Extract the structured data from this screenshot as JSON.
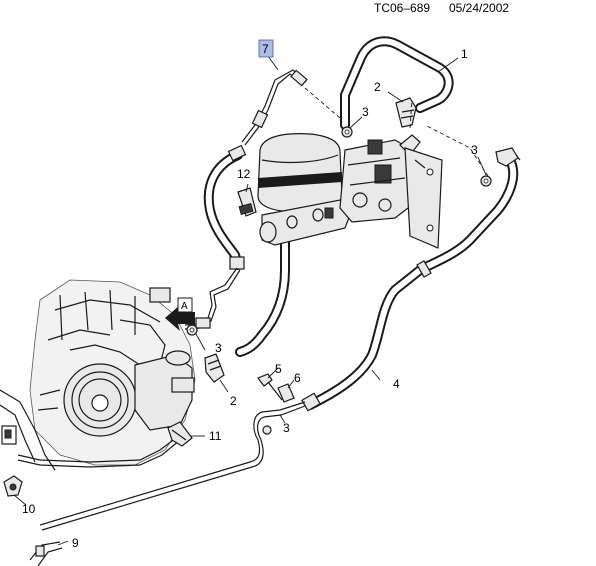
{
  "header": {
    "code": "TC06–689",
    "date": "05/24/2002"
  },
  "callouts": {
    "c1": "1",
    "c2a": "2",
    "c2b": "2",
    "c3a": "3",
    "c3b": "3",
    "c3c": "3",
    "c3d": "3",
    "c4": "4",
    "c5": "5",
    "c6": "6",
    "c7": "7",
    "c9": "9",
    "c10": "10",
    "c11": "11",
    "c12": "12",
    "view_a": "A"
  },
  "colors": {
    "highlight": "#a9bde6",
    "line": "#1a1a1a"
  }
}
